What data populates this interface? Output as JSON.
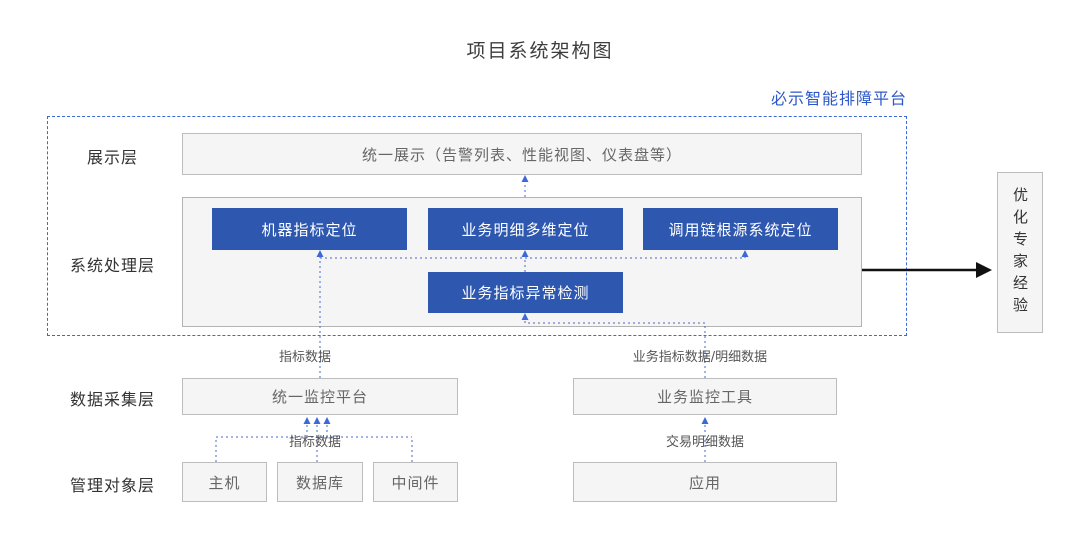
{
  "title": "项目系统架构图",
  "platform_label": "必示智能排障平台",
  "layers": {
    "display": "展示层",
    "processing": "系统处理层",
    "collection": "数据采集层",
    "managed_objects": "管理对象层"
  },
  "boxes": {
    "unified_display": "统一展示（告警列表、性能视图、仪表盘等）",
    "machine_metric_localization": "机器指标定位",
    "business_detail_multidim_localization": "业务明细多维定位",
    "callchain_root_cause_localization": "调用链根源系统定位",
    "business_metric_anomaly_detection": "业务指标异常检测",
    "unified_monitoring_platform": "统一监控平台",
    "business_monitoring_tool": "业务监控工具",
    "host": "主机",
    "database": "数据库",
    "middleware": "中间件",
    "application": "应用",
    "expert_experience": "优化专家经验"
  },
  "edge_labels": {
    "metric_data_upper": "指标数据",
    "business_metric_detail_data": "业务指标数据/明细数据",
    "metric_data_lower": "指标数据",
    "transaction_detail_data": "交易明细数据"
  },
  "colors": {
    "primary_blue": "#2e57b0",
    "dashed_frame_blue": "#3c68d8",
    "connector_blue": "#4668cc",
    "gray_box_bg": "#f5f5f6",
    "gray_box_border": "#bdbdbd",
    "label_text": "#333333",
    "box_text_gray": "#666666",
    "arrow_black": "#111111"
  }
}
